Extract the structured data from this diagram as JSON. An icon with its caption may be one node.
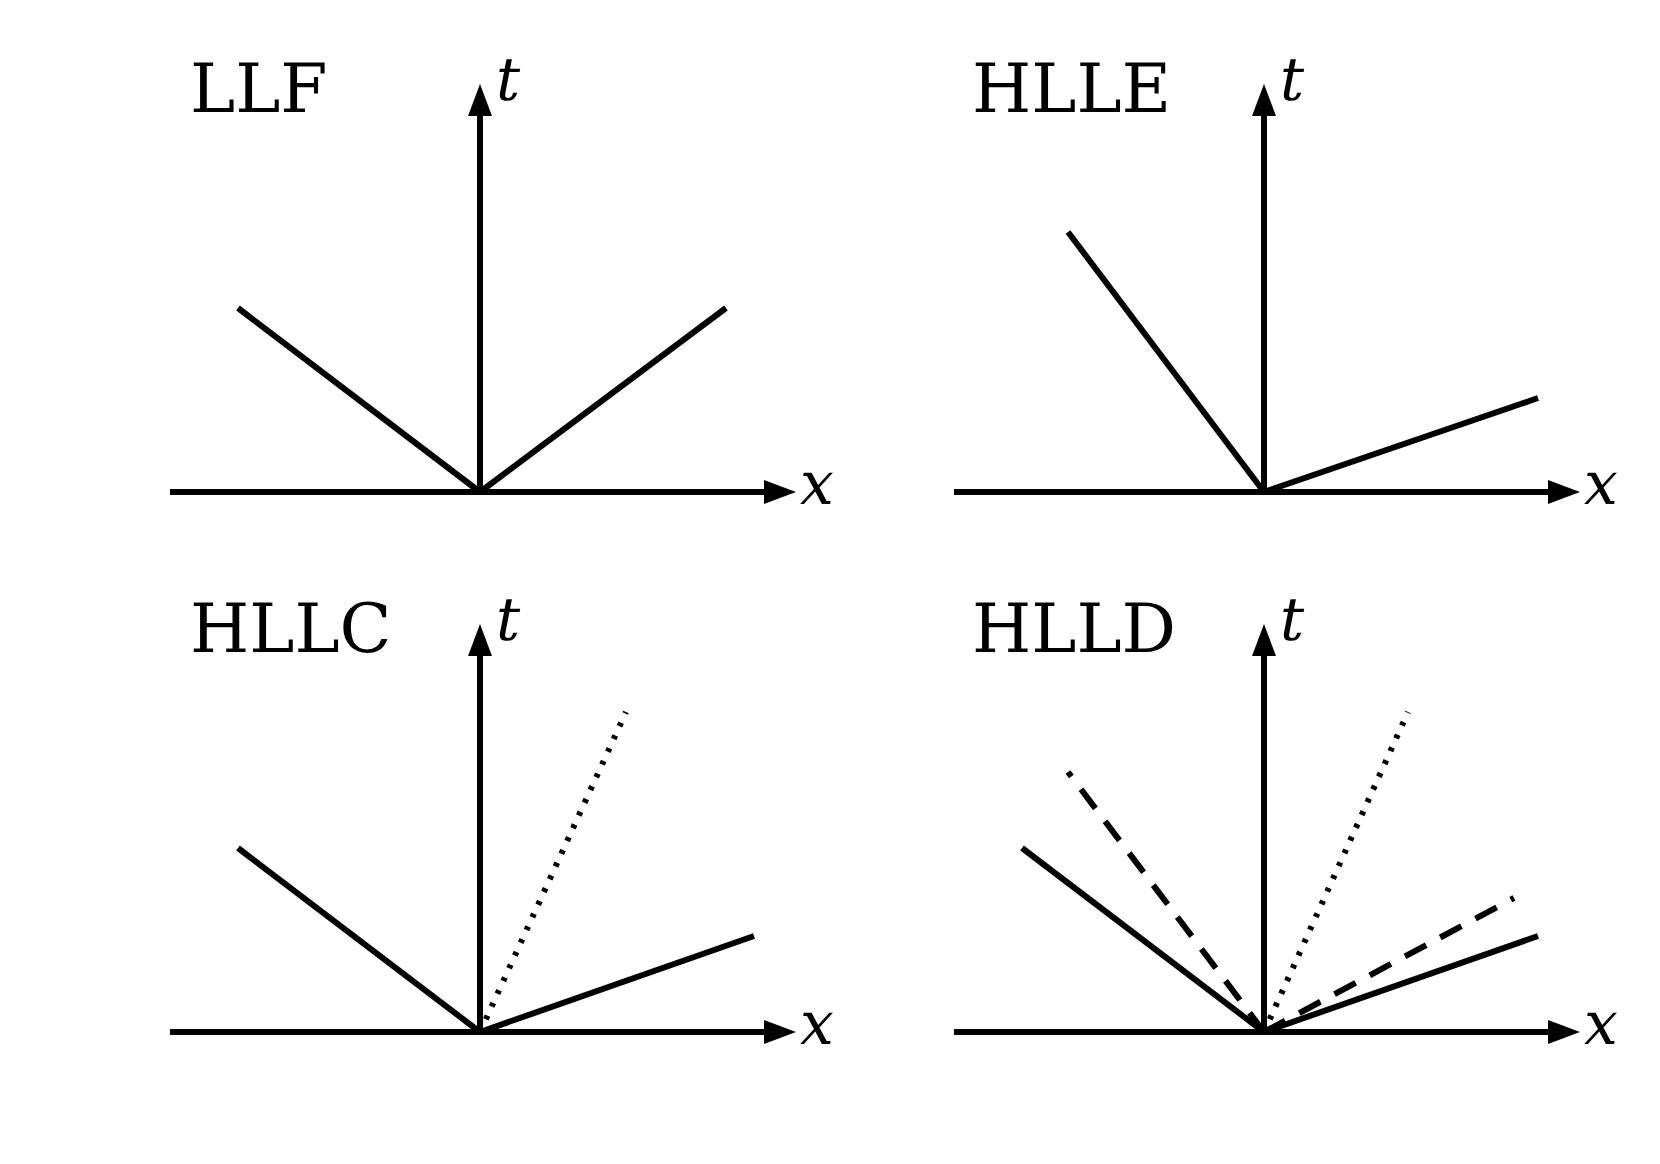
{
  "diagram": {
    "labels": [
      "LLF",
      "t",
      "x",
      "HLLE",
      "t",
      "x",
      "HLLC",
      "t",
      "x",
      "HLLD",
      "t",
      "x"
    ]
  }
}
